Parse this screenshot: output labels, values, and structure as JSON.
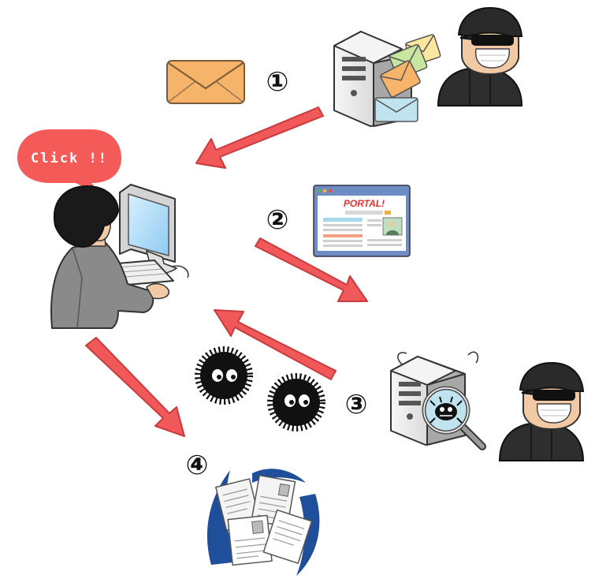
{
  "speech_bubble": {
    "text": "Click !!"
  },
  "portal_page": {
    "title": "PORTAL!"
  },
  "steps": [
    {
      "label": "①"
    },
    {
      "label": "②"
    },
    {
      "label": "③"
    },
    {
      "label": "④"
    }
  ],
  "colors": {
    "arrow_fill": "#f0585a",
    "arrow_stroke": "#c83c3e",
    "bubble": "#f45a58",
    "envelope_orange": "#f6b36a",
    "hair": "#1a1a1a",
    "suit": "#8a8a8a",
    "documents_swirl": "#1f4e9a"
  }
}
